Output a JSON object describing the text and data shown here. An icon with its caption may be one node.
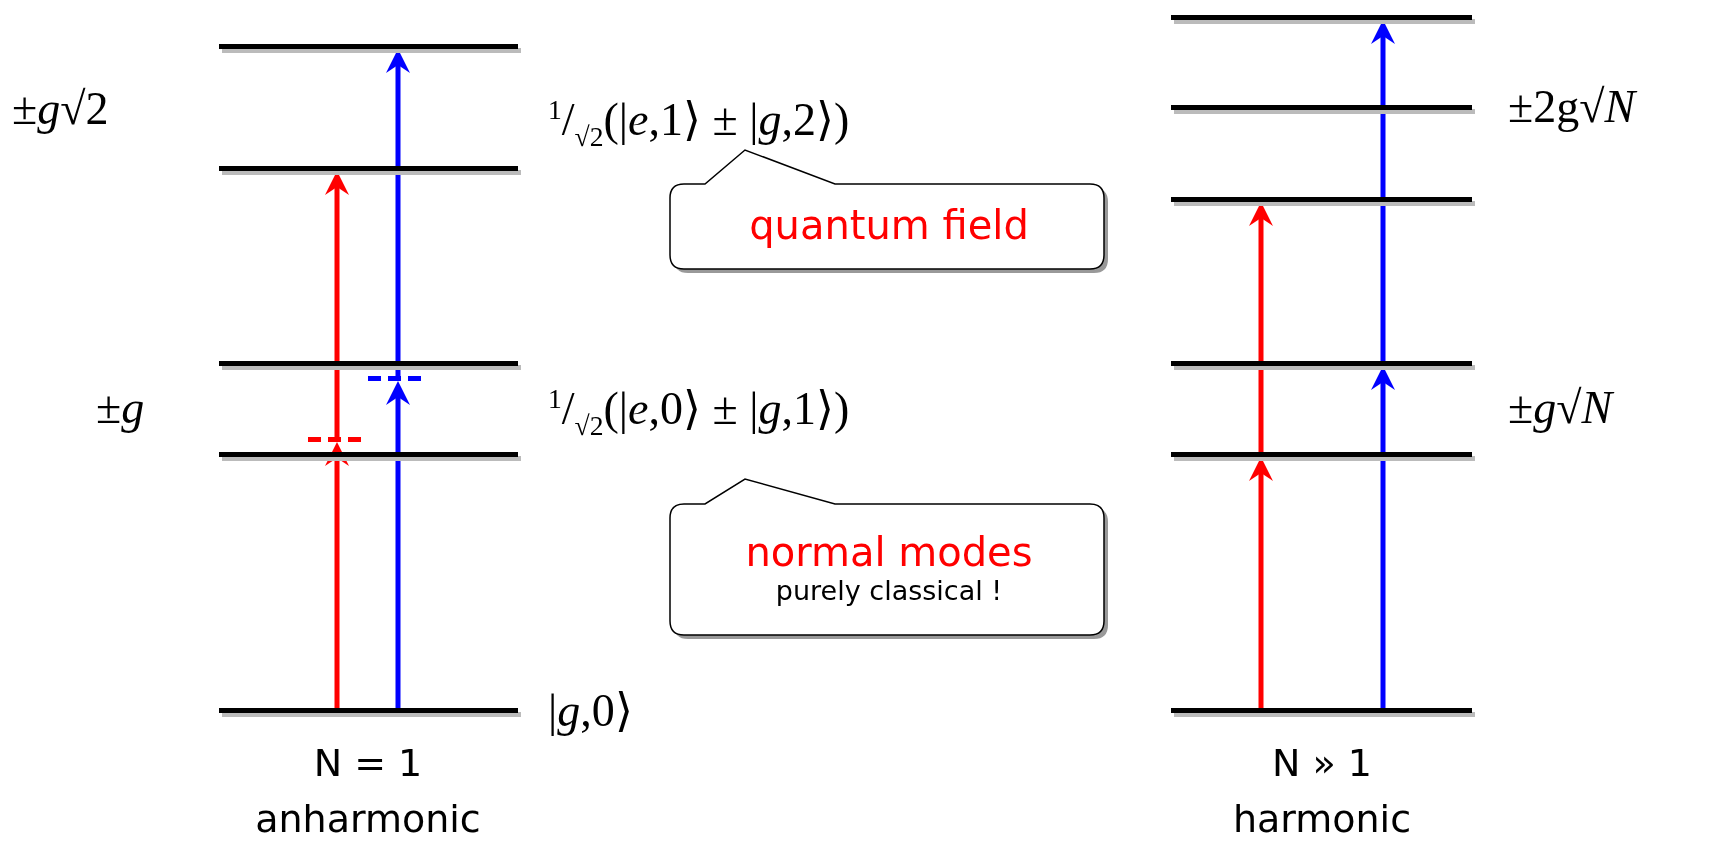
{
  "diagram": {
    "nodes": [
      {
        "text": [],
        "shape": "bar"
      },
      {
        "text": [],
        "shape": "bar"
      },
      {
        "text": [],
        "shape": "bar"
      },
      {
        "text": [],
        "shape": "bar"
      },
      {
        "text": [],
        "shape": "bar"
      },
      {
        "text": [],
        "shape": "bar"
      },
      {
        "text": [],
        "shape": "bar"
      },
      {
        "text": [],
        "shape": "bar"
      },
      {
        "text": [],
        "shape": "bar"
      },
      {
        "text": [],
        "shape": "bar"
      },
      {
        "text": [],
        "shape": "bar"
      },
      {
        "text": [],
        "shape": "bar"
      },
      {
        "text": [],
        "shape": "bar"
      },
      {
        "text": [
          "quantum field"
        ]
      },
      {
        "text": [
          "normal modes",
          "purely classical !"
        ]
      }
    ],
    "edges": [
      {
        "from": 4,
        "to": 6,
        "arrow": "to",
        "color": "#ff0000"
      },
      {
        "from": 6,
        "to": 1,
        "arrow": "to",
        "color": "#ff0000"
      },
      {
        "from": 4,
        "to": 5,
        "arrow": "to",
        "color": "#0000ff"
      },
      {
        "from": 5,
        "to": 0,
        "arrow": "to",
        "color": "#0000ff"
      },
      {
        "from": 12,
        "to": 11,
        "arrow": "to",
        "color": "#ff0000"
      },
      {
        "from": 11,
        "to": 9,
        "arrow": "to",
        "color": "#ff0000"
      },
      {
        "from": 12,
        "to": 10,
        "arrow": "to",
        "color": "#0000ff"
      },
      {
        "from": 10,
        "to": 7,
        "arrow": "to",
        "color": "#0000ff"
      }
    ],
    "labels": [
      "±*g*√2",
      "$^{1}$/$_{√2}$(|*e*,1⟩ ± |*g*,2⟩)",
      "±*g*",
      "$^{1}$/$_{√2}$(|*e*,0⟩ ± |*g*,1⟩)",
      "|*g*,0⟩",
      "N = 1",
      "anharmonic",
      "±2g√*N*",
      "±*g*√*N*",
      "N » 1",
      "harmonic"
    ]
  }
}
